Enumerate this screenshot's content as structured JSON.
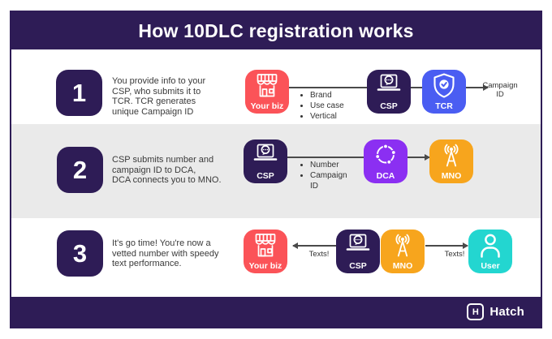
{
  "header": {
    "title": "How 10DLC registration works"
  },
  "rows": [
    {
      "number": "1",
      "description": "You provide info to your\nCSP, who submits it to\nTCR. TCR generates\nunique Campaign ID",
      "bullets": [
        "Brand",
        "Use case",
        "Vertical"
      ],
      "nodes": [
        {
          "label": "Your biz",
          "icon": "storefront-icon",
          "color": "#fb5358"
        },
        {
          "label": "CSP",
          "icon": "laptop-chat-icon",
          "color": "#2e1c56"
        },
        {
          "label": "TCR",
          "icon": "shield-check-icon",
          "color": "#4a5df2"
        }
      ],
      "output_label": "Campaign\nID"
    },
    {
      "number": "2",
      "description": "CSP submits number and\ncampaign ID to DCA,\nDCA connects you to MNO.",
      "bullets": [
        "Number",
        "Campaign ID"
      ],
      "nodes": [
        {
          "label": "CSP",
          "icon": "laptop-chat-icon",
          "color": "#2e1c56"
        },
        {
          "label": "DCA",
          "icon": "network-icon",
          "color": "#8b2ff2"
        },
        {
          "label": "MNO",
          "icon": "antenna-icon",
          "color": "#f7a51d"
        }
      ]
    },
    {
      "number": "3",
      "description": "It's go time! You're now a\nvetted number with speedy\ntext performance.",
      "arrow_labels": [
        "Texts!",
        "Texts!"
      ],
      "nodes": [
        {
          "label": "Your biz",
          "icon": "storefront-icon",
          "color": "#fb5358"
        },
        {
          "label": "CSP",
          "icon": "laptop-chat-icon",
          "color": "#2e1c56"
        },
        {
          "label": "MNO",
          "icon": "antenna-icon",
          "color": "#f7a51d"
        },
        {
          "label": "User",
          "icon": "person-icon",
          "color": "#23d6d0"
        }
      ]
    }
  ],
  "footer": {
    "brand": "Hatch",
    "logo_icon": "hatch-h-icon"
  },
  "colors": {
    "primary_purple": "#2e1c56",
    "coral": "#fb5358",
    "blue": "#4a5df2",
    "violet": "#8b2ff2",
    "orange": "#f7a51d",
    "teal": "#23d6d0",
    "row_band_gray": "#eaeaea",
    "connector_line": "#4a4a4a"
  }
}
